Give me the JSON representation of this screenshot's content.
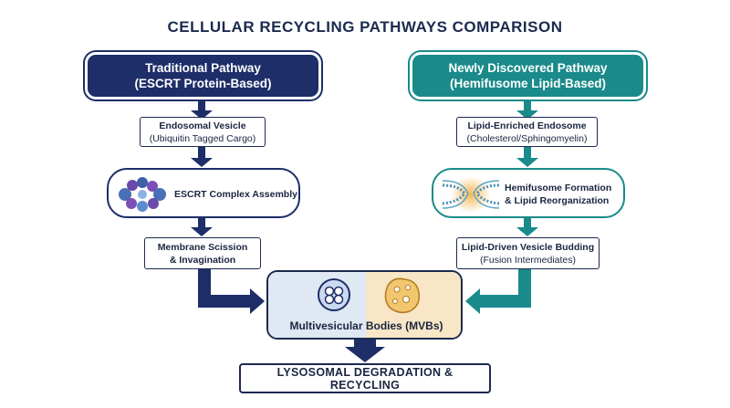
{
  "title": "CELLULAR RECYCLING PATHWAYS COMPARISON",
  "colors": {
    "navy": "#1d2e68",
    "teal": "#1a8a8a",
    "orange": "#e8a33a"
  },
  "left": {
    "header_line1": "Traditional Pathway",
    "header_line2": "(ESCRT Protein-Based)",
    "step1_title": "Endosomal Vesicle",
    "step1_sub": "(Ubiquitin Tagged Cargo)",
    "step2_label": "ESCRT Complex Assembly",
    "step3_line1": "Membrane Scission",
    "step3_line2": "& Invagination"
  },
  "right": {
    "header_line1": "Newly Discovered Pathway",
    "header_line2": "(Hemifusome Lipid-Based)",
    "step1_title": "Lipid-Enriched Endosome",
    "step1_sub": "(Cholesterol/Sphingomyelin)",
    "step2_line1": "Hemifusome Formation",
    "step2_line2": "& Lipid Reorganization",
    "step3_title": "Lipid-Driven Vesicle Budding",
    "step3_sub": "(Fusion Intermediates)"
  },
  "merge": {
    "label": "Multivesicular Bodies (MVBs)"
  },
  "final": {
    "label": "LYSOSOMAL DEGRADATION & RECYCLING"
  }
}
